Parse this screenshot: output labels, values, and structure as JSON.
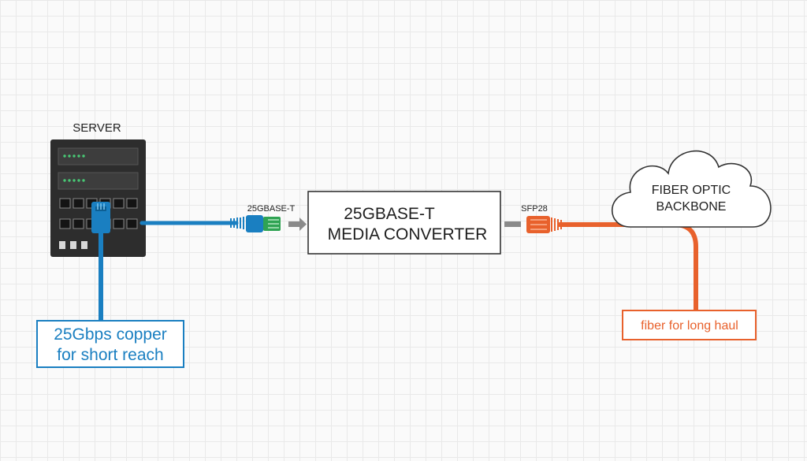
{
  "server": {
    "label": "SERVER"
  },
  "connectors": {
    "left_label": "25GBASE-T",
    "right_label": "SFP28"
  },
  "converter": {
    "line1": "25GBASE-T",
    "line2": "MEDIA CONVERTER"
  },
  "cloud": {
    "line1": "FIBER OPTIC",
    "line2": "BACKBONE"
  },
  "callouts": {
    "copper_line1": "25Gbps copper",
    "copper_line2": "for short reach",
    "fiber": "fiber for long haul"
  },
  "colors": {
    "copper": "#1a7fc1",
    "fiber": "#e8612c",
    "server_body": "#2d2d2d",
    "led": "#48c774",
    "arrow": "#8a8a8a"
  }
}
